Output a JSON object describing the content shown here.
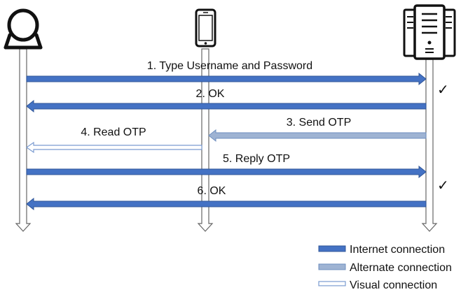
{
  "colors": {
    "internet": "#4472c4",
    "internet_stroke": "#2f5597",
    "alternate": "#9eb3d3",
    "alternate_stroke": "#6f8fbf",
    "visual_fill": "#ffffff",
    "visual_stroke": "#7a9bd0",
    "lifeline": "#ffffff",
    "lifeline_stroke": "#666666",
    "icon": "#111111"
  },
  "participants": [
    {
      "id": "user",
      "icon": "user-icon"
    },
    {
      "id": "phone",
      "icon": "smartphone-icon"
    },
    {
      "id": "server",
      "icon": "server-icon"
    }
  ],
  "messages": [
    {
      "label": "1. Type Username and Password",
      "from": "user",
      "to": "server",
      "type": "internet",
      "check": true
    },
    {
      "label": "2. OK",
      "from": "server",
      "to": "user",
      "type": "internet",
      "check": false
    },
    {
      "label": "3. Send OTP",
      "from": "server",
      "to": "phone",
      "type": "alternate",
      "check": false
    },
    {
      "label": "4. Read OTP",
      "from": "phone",
      "to": "user",
      "type": "visual",
      "check": false
    },
    {
      "label": "5. Reply OTP",
      "from": "user",
      "to": "server",
      "type": "internet",
      "check": true
    },
    {
      "label": "6. OK",
      "from": "server",
      "to": "user",
      "type": "internet",
      "check": false
    }
  ],
  "check_symbol": "✓",
  "legend": [
    {
      "type": "internet",
      "label": "Internet connection"
    },
    {
      "type": "alternate",
      "label": "Alternate connection"
    },
    {
      "type": "visual",
      "label": "Visual connection"
    }
  ]
}
